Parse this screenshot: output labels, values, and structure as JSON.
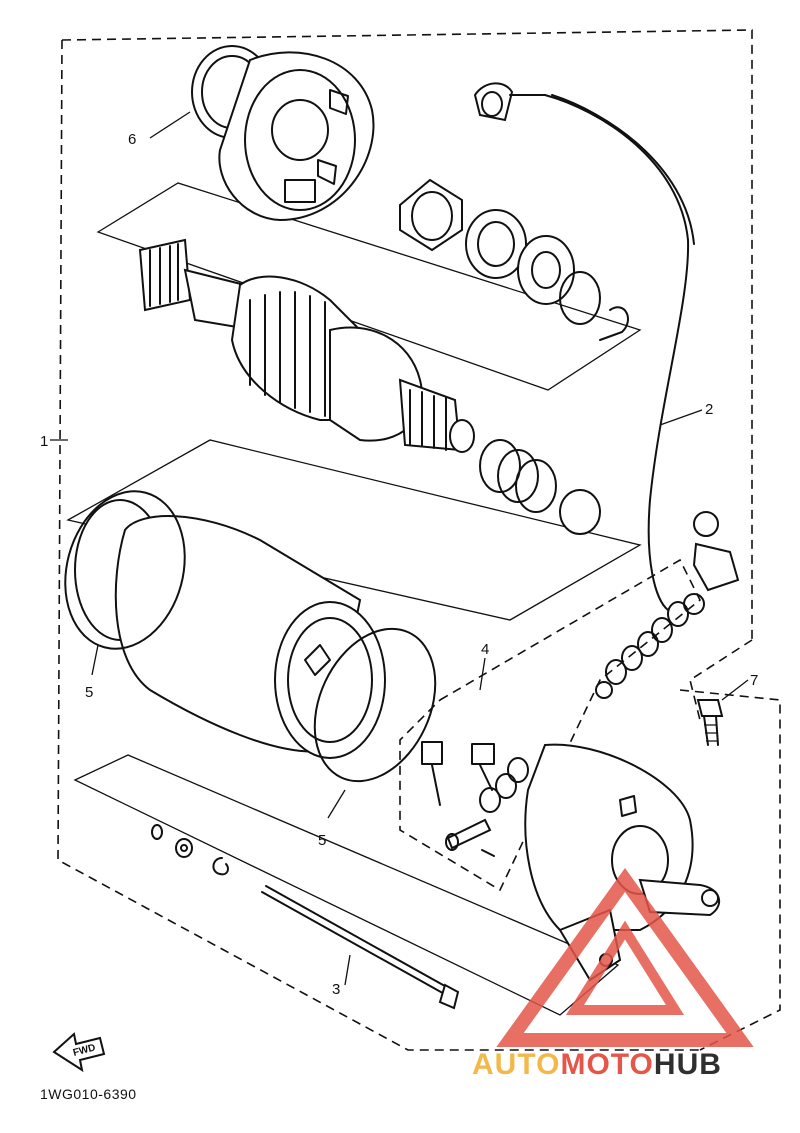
{
  "diagram": {
    "code": "1WG010-6390",
    "direction_label": "FWD",
    "callouts": {
      "c1": "1",
      "c2": "2",
      "c3": "3",
      "c4": "4",
      "c5a": "5",
      "c5b": "5",
      "c6": "6",
      "c7": "7"
    }
  },
  "watermark": {
    "part1": "AUTO",
    "part2": "MOTO",
    "part3": "HUB",
    "colors": {
      "auto": "#f3b84a",
      "moto": "#e4564a",
      "hub": "#2f2f2f"
    }
  }
}
